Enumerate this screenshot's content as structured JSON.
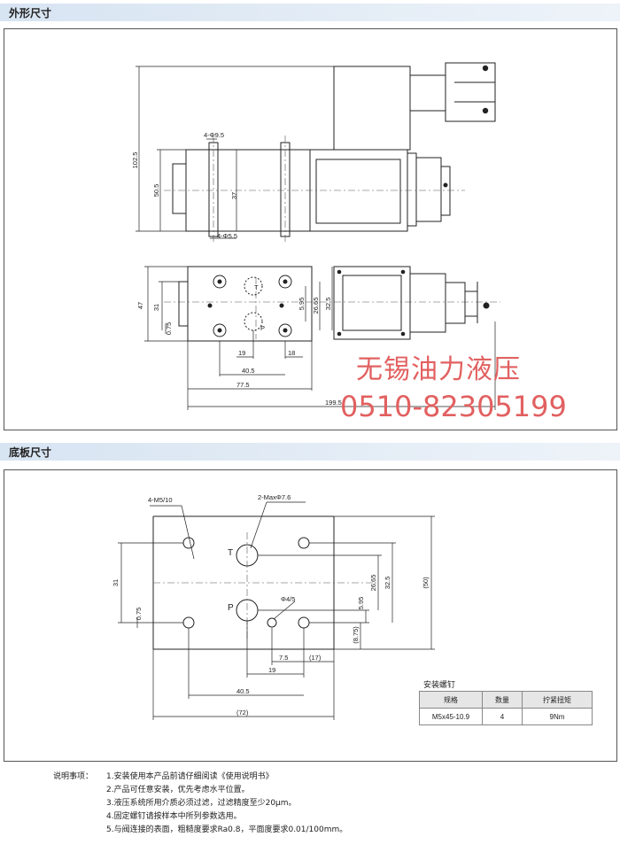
{
  "sections": {
    "top_title": "外形尺寸",
    "bottom_title": "底板尺寸"
  },
  "watermark": {
    "company": "无锡油力液压",
    "phone": "0510-82305199"
  },
  "top_dims": {
    "d102_5": "102.5",
    "d50_5": "50.5",
    "d37": "37",
    "hole_top": "4-Φ9.5",
    "hole_bottom": "4-Φ5.5",
    "d47": "47",
    "d31": "31",
    "d0_75": "0.75",
    "d26_65": "26.65",
    "d32_5": "32.5",
    "d5_95": "5.95",
    "d19": "19",
    "d18": "18",
    "d40_5": "40.5",
    "d77_5": "77.5",
    "d199_5": "199.5",
    "port_t": "T",
    "port_p": "P"
  },
  "base_dims": {
    "screw": "4-M5/10",
    "port_max": "2-MaxΦ7.6",
    "pin": "Φ4/5",
    "port_t": "T",
    "port_p": "P",
    "d31": "31",
    "d0_75": "0.75",
    "d5_95": "5.95",
    "d26_65": "26.65",
    "d32_5": "32.5",
    "d50": "(50)",
    "d8_75": "(8.75)",
    "d7_5": "7.5",
    "d17": "(17)",
    "d19": "19",
    "d40_5": "40.5",
    "d72": "(72)"
  },
  "bolt_table": {
    "title": "安装螺钉",
    "headers": [
      "规格",
      "数量",
      "拧紧扭矩"
    ],
    "row": [
      "M5x45-10.9",
      "4",
      "9Nm"
    ]
  },
  "notes": {
    "label": "说明事项：",
    "items": [
      "1.安装使用本产品前请仔细阅读《使用说明书》",
      "2.产品可任意安装，优先考虑水平位置。",
      "3.液压系统所用介质必须过滤，过滤精度至少20μm。",
      "4.固定螺钉请按样本中所列参数选用。",
      "5.与阀连接的表面，粗糙度要求Ra0.8，平面度要求0.01/100mm。"
    ]
  }
}
